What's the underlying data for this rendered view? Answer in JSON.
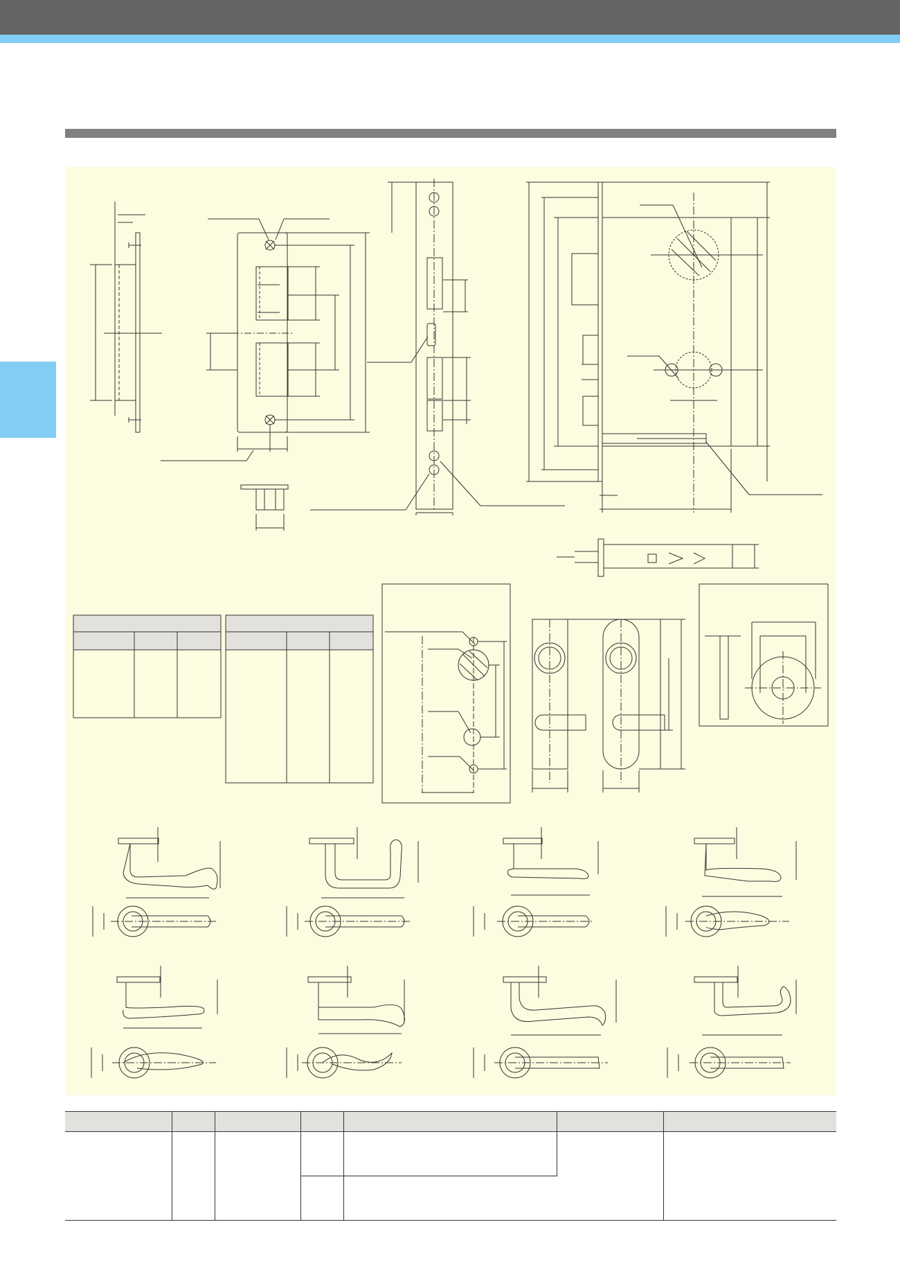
{
  "colors": {
    "header_bar": "#646464",
    "accent_blue": "#82cdf3",
    "section_bar": "#808080",
    "drawing_background": "#fdfbe0",
    "table_header": "#e3e1dd",
    "line": "#333333"
  },
  "icons": [
    "lever-handle-drawing",
    "mortise-lock-drawing",
    "strike-plate-drawing",
    "escutcheon-drawing",
    "rose-drawing"
  ],
  "spec_table": {
    "columns": 7,
    "rows": []
  }
}
